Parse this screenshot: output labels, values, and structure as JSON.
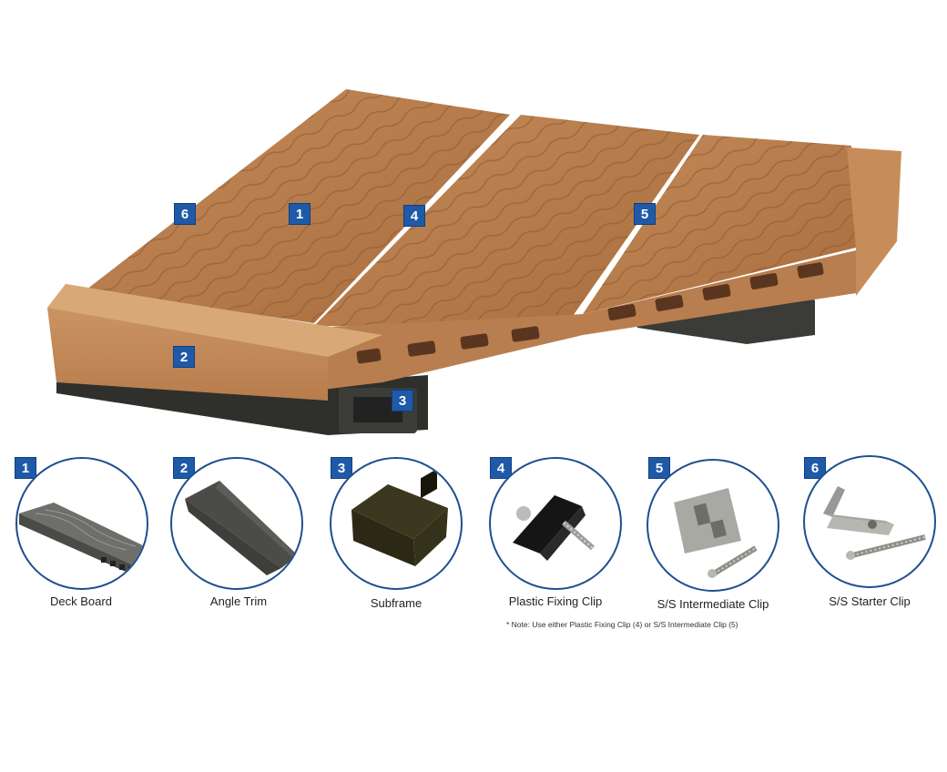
{
  "callouts": {
    "deck": [
      "6",
      "1",
      "4",
      "5",
      "2",
      "3"
    ]
  },
  "parts": [
    {
      "number": "1",
      "label": "Deck Board",
      "icon": "deck-board-icon"
    },
    {
      "number": "2",
      "label": "Angle Trim",
      "icon": "angle-trim-icon"
    },
    {
      "number": "3",
      "label": "Subframe",
      "icon": "subframe-icon"
    },
    {
      "number": "4",
      "label": "Plastic Fixing Clip",
      "icon": "plastic-fixing-clip-icon"
    },
    {
      "number": "5",
      "label": "S/S Intermediate Clip",
      "icon": "intermediate-clip-icon"
    },
    {
      "number": "6",
      "label": "S/S Starter Clip",
      "icon": "starter-clip-icon"
    }
  ],
  "note": "* Note: Use either Plastic Fixing Clip (4) or S/S Intermediate Clip (5)",
  "colors": {
    "badge": "#1e5aa8",
    "circle_border": "#1e4f8f",
    "wood": "#b5794a",
    "subframe": "#3a3a36"
  }
}
